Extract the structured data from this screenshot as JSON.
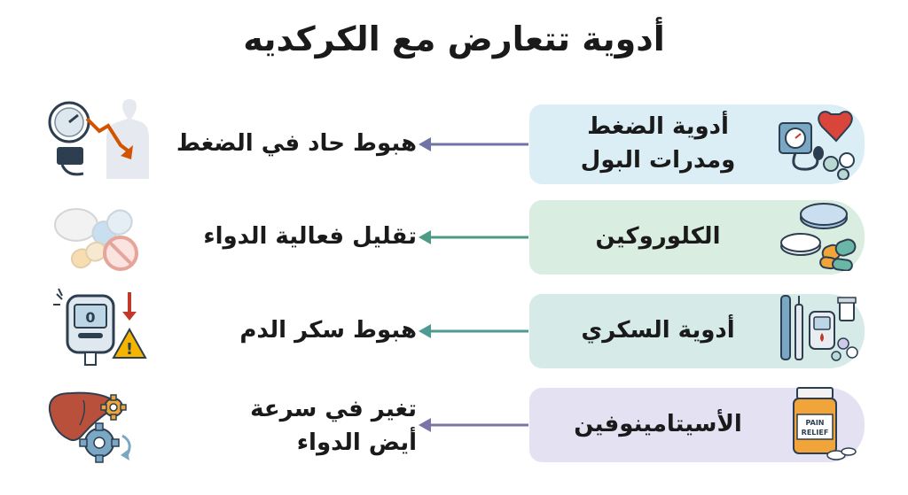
{
  "title": "أدوية تتعارض مع الكركديه",
  "rows": [
    {
      "drug_line1": "أدوية الضغط",
      "drug_line2": "ومدرات البول",
      "effect_line1": "هبوط حاد في الضغط",
      "effect_line2": "",
      "card_color": "#dbeef5",
      "arrow_color": "#6f73a6",
      "drug_icon": "blood-pressure-heart-pills-icon",
      "effect_icon": "blood-pressure-drop-icon"
    },
    {
      "drug_line1": "الكلوروكين",
      "drug_line2": "",
      "effect_line1": "تقليل فعالية الدواء",
      "effect_line2": "",
      "card_color": "#d9ede1",
      "arrow_color": "#4f9a86",
      "drug_icon": "pills-capsule-icon",
      "effect_icon": "faded-pills-blocked-icon"
    },
    {
      "drug_line1": "أدوية السكري",
      "drug_line2": "",
      "effect_line1": "هبوط سكر الدم",
      "effect_line2": "",
      "card_color": "#d6eae7",
      "arrow_color": "#4f9a92",
      "drug_icon": "insulin-glucometer-icon",
      "effect_icon": "low-glucose-warning-icon"
    },
    {
      "drug_line1": "الأسيتامينوفين",
      "drug_line2": "",
      "effect_line1": "تغير في سرعة",
      "effect_line2": "أيض الدواء",
      "card_color": "#e4e1f2",
      "arrow_color": "#7a75a8",
      "drug_icon": "pain-relief-bottle-icon",
      "effect_icon": "liver-metabolism-icon",
      "bottle_text1": "PAIN",
      "bottle_text2": "RELIEF"
    }
  ]
}
